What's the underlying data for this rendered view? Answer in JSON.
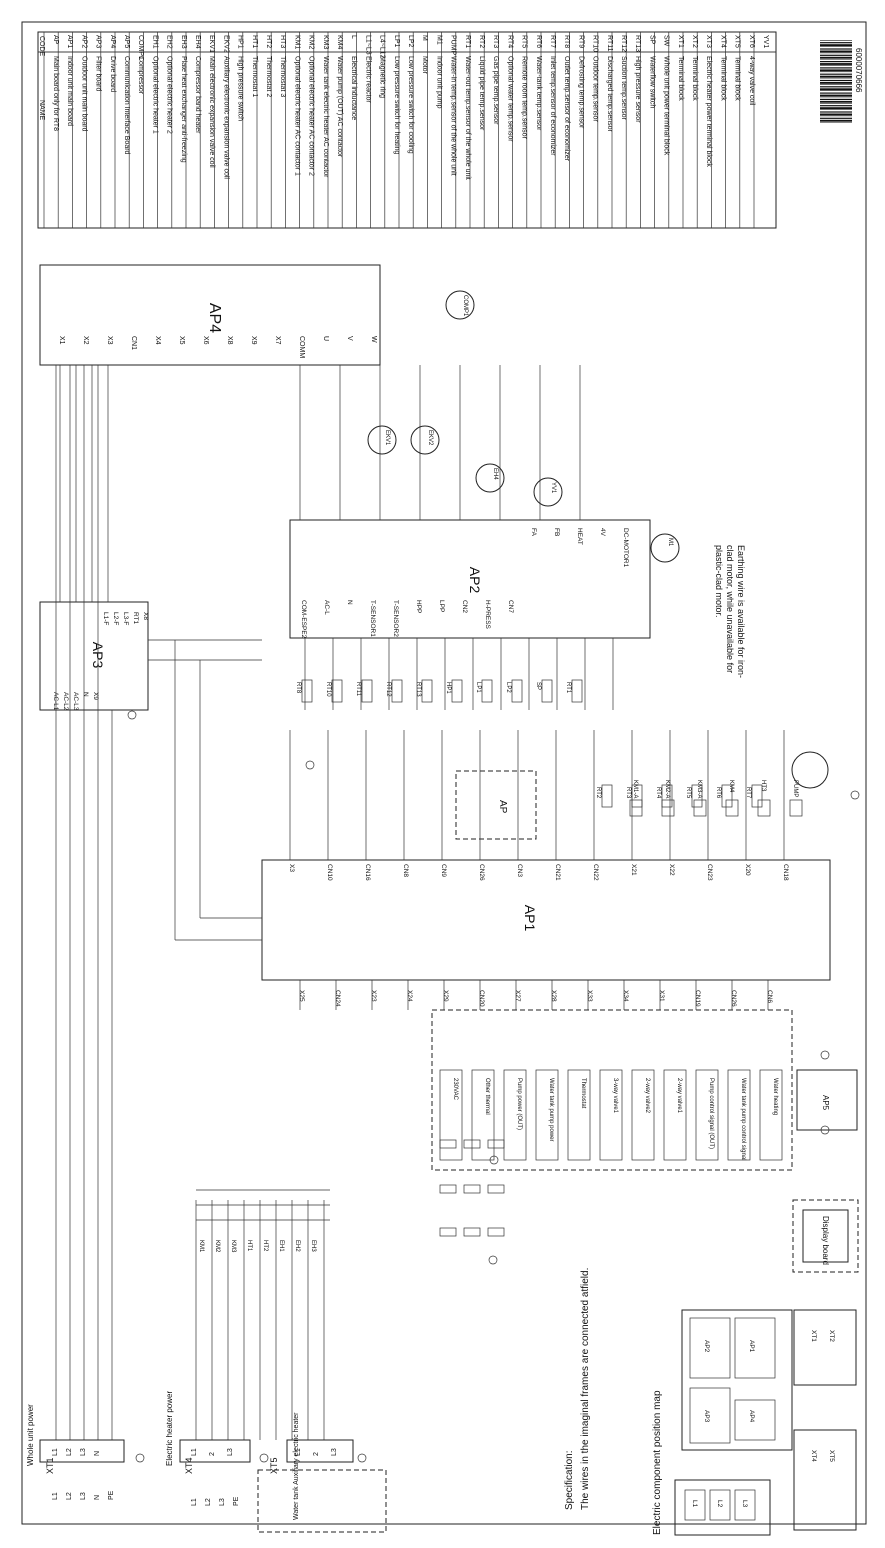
{
  "legend": {
    "header_code": "CODE",
    "header_name": "NAME",
    "rows": [
      {
        "code": "AP",
        "name": "Main board only for RT8"
      },
      {
        "code": "AP1",
        "name": "Indoor unit main board"
      },
      {
        "code": "AP2",
        "name": "Outdoor unit main board"
      },
      {
        "code": "AP3",
        "name": "Filter board"
      },
      {
        "code": "AP4",
        "name": "Drive board"
      },
      {
        "code": "AP5",
        "name": "Communication Interface Board"
      },
      {
        "code": "COMP1",
        "name": "Compressor"
      },
      {
        "code": "EH1",
        "name": "Optional electric heater 1"
      },
      {
        "code": "EH2",
        "name": "Optional electric heater 2"
      },
      {
        "code": "EH3",
        "name": "Plate heat exchanger anti-freezing"
      },
      {
        "code": "EH4",
        "name": "Compressor band heater"
      },
      {
        "code": "EKV1",
        "name": "Main electronic expansion valve coil"
      },
      {
        "code": "EKV2",
        "name": "Auxiliary electronic expansion valve coil"
      },
      {
        "code": "HP1",
        "name": "High pressure switch"
      },
      {
        "code": "HT1",
        "name": "Thermostat 1"
      },
      {
        "code": "HT2",
        "name": "Thermostat 2"
      },
      {
        "code": "HT3",
        "name": "Thermostat 3"
      },
      {
        "code": "KM1",
        "name": "Optional electric heater AC contactor 1"
      },
      {
        "code": "KM2",
        "name": "Optional electric heater AC contactor 2"
      },
      {
        "code": "KM3",
        "name": "Water tank electric heater AC contactor"
      },
      {
        "code": "KM4",
        "name": "Water pump (OUT) AC contactor"
      },
      {
        "code": "L",
        "name": "Electrical inductance"
      },
      {
        "code": "L1~L3",
        "name": "Electric reactor"
      },
      {
        "code": "L4~L12",
        "name": "Magnetic ring"
      },
      {
        "code": "LP1",
        "name": "Low pressure switch for heating"
      },
      {
        "code": "LP2",
        "name": "Low pressure switch for cooling"
      },
      {
        "code": "M",
        "name": "Motor"
      },
      {
        "code": "M1",
        "name": "Indoor unit pump"
      },
      {
        "code": "PUMP",
        "name": "Water-in temp.sensor of the whole unit"
      },
      {
        "code": "RT1",
        "name": "Water-out temp.sensor of the whole unit"
      },
      {
        "code": "RT2",
        "name": "Liquid pipe temp.sensor"
      },
      {
        "code": "RT3",
        "name": "Gas pipe temp.sensor"
      },
      {
        "code": "RT4",
        "name": "Optional water temp.sensor"
      },
      {
        "code": "RT5",
        "name": "Remote room temp.sensor"
      },
      {
        "code": "RT6",
        "name": "Water-tank temp.sensor"
      },
      {
        "code": "RT7",
        "name": "Inlet temp.sensor of economizer"
      },
      {
        "code": "RT8",
        "name": "Outlet temp.sensor of economizer"
      },
      {
        "code": "RT9",
        "name": "Defrosting temp.sensor"
      },
      {
        "code": "RT10",
        "name": "Outdoor temp.sensor"
      },
      {
        "code": "RT11",
        "name": "Discharged temp.sensor"
      },
      {
        "code": "RT12",
        "name": "Suction temp.sensor"
      },
      {
        "code": "RT13",
        "name": "High pressure sensor"
      },
      {
        "code": "SP",
        "name": "Waterflow switch"
      },
      {
        "code": "SW",
        "name": "Whole unit power terminal block"
      },
      {
        "code": "XT1",
        "name": "Terminal block"
      },
      {
        "code": "XT2",
        "name": "Terminal block"
      },
      {
        "code": "XT3",
        "name": "Electric heater power terminal block"
      },
      {
        "code": "XT4",
        "name": "Terminal block"
      },
      {
        "code": "XT5",
        "name": "Terminal block"
      },
      {
        "code": "XT6",
        "name": "4-way valve coil"
      },
      {
        "code": "YV1",
        "name": ""
      }
    ]
  },
  "barcode_number": "6000070666",
  "boards": {
    "ap1": "AP1",
    "ap2": "AP2",
    "ap3": "AP3",
    "ap4": "AP4",
    "ap5": "AP5",
    "ap": "AP"
  },
  "power": {
    "xt1": "XT1",
    "xt1_label": "Whole unit power",
    "xt1_terms": [
      "L1",
      "L2",
      "L3",
      "N"
    ],
    "xt1_lines": [
      "L1",
      "L2",
      "L3",
      "N",
      "PE"
    ],
    "xt4": "XT4",
    "xt4_label": "Electric heater power",
    "xt4_terms": [
      "L1",
      "2",
      "L3"
    ],
    "xt4_lines": [
      "L1",
      "L2",
      "L3",
      "PE"
    ],
    "xt5": "XT5",
    "xt5_terms": [
      "L1",
      "2",
      "L3"
    ],
    "xt5_label": "Water tank Auxiliary electric heater",
    "pe": "PE"
  },
  "ap4_pins": [
    "X1",
    "X2",
    "X3",
    "CN1",
    "X4",
    "X5",
    "X6",
    "X8",
    "X9",
    "X7",
    "COMM",
    "U",
    "V",
    "W"
  ],
  "ap3_pins": [
    "AC-L1",
    "AC-L2",
    "AC-L3",
    "N",
    "X9",
    "L1-F",
    "L2-F",
    "L3-F",
    "RT1",
    "X8"
  ],
  "ap2_pins": [
    "COM-ESPE2",
    "AC-L",
    "N",
    "T-SENSOR1",
    "T-SENSOR2",
    "HPP",
    "LPP",
    "CN2",
    "H-PRESS",
    "CN7",
    "FA",
    "FB",
    "HEAT",
    "4V",
    "DC-MOTOR1"
  ],
  "ap1_top_pins": [
    "X3",
    "CN10",
    "CN16",
    "CN8",
    "CN9",
    "CN26",
    "CN3",
    "CN21",
    "CN22",
    "X21",
    "X22",
    "CN23",
    "X20",
    "CN18"
  ],
  "ap1_bottom_pins": [
    "X25",
    "CN24",
    "X23",
    "X24",
    "X29",
    "CN20",
    "X27",
    "X28",
    "X33",
    "X34",
    "X31",
    "CN19",
    "CN26",
    "CN6"
  ],
  "motor_labels": [
    "COMP1",
    "EKV1",
    "EKV2",
    "EH4",
    "YV1",
    "M1"
  ],
  "sensor_labels": [
    "RT8",
    "RT10",
    "RT11",
    "RT12",
    "RT13",
    "HP1",
    "LP1",
    "LP2",
    "SP",
    "RT1",
    "RT2",
    "RT3",
    "RT4",
    "RT5",
    "RT6",
    "RT7"
  ],
  "contactor_labels": [
    "KM1-A",
    "KM2-A",
    "KM3-A",
    "KM4",
    "HT3",
    "PUMP"
  ],
  "load_labels": [
    "230VAC",
    "Other thermal",
    "Pump power (OUT)",
    "Water tank pump power",
    "Thermostat",
    "3-way valve1",
    "2-way valve2",
    "2-way valve1",
    "Pump control signal (OUT)",
    "Water tank pump control signal",
    "Water heating"
  ],
  "heater_labels": [
    "KM1",
    "KM2",
    "KM3",
    "HT1",
    "HT2",
    "EH1",
    "EH2",
    "EH3"
  ],
  "earthing_note": "Earthing wire is available for iron-clad motor, while unavailable for plastic-clad motor.",
  "display_board": "Display board",
  "spec_title": "Specification:",
  "spec_text": "The wires in the imaginal frames are connected atfield.",
  "position_map_title": "Electric component position map",
  "map_labels": [
    "AP2",
    "AP1",
    "AP3",
    "AP4",
    "L1",
    "L2",
    "L3",
    "XT1",
    "XT4",
    "XT5",
    "XT2"
  ]
}
